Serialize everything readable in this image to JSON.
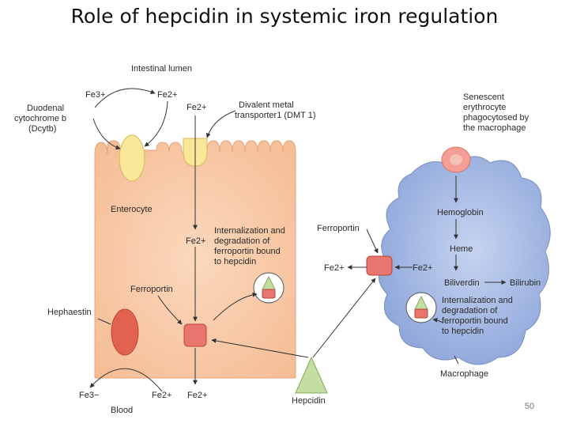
{
  "slide": {
    "title": "Role of hepcidin in systemic iron regulation",
    "page_number": "50"
  },
  "labels": {
    "intestinal_lumen": "Intestinal lumen",
    "fe3_top": "Fe3+",
    "fe2_top": "Fe2+",
    "fe2_dmt": "Fe2+",
    "dcytb": [
      "Duodenal",
      "cytochrome b",
      "(Dcytb)"
    ],
    "dmt1": [
      "Divalent metal",
      "transporter1 (DMT 1)"
    ],
    "enterocyte": "Enterocyte",
    "fe2_mid": "Fe2+",
    "internalization_enterocyte": [
      "Internalization and",
      "degradation of",
      "ferroportin bound",
      "to hepcidin"
    ],
    "ferroportin_enterocyte": "Ferroportin",
    "hephaestin": "Hephaestin",
    "fe3_bottom": "Fe3−",
    "fe2_bottom_left": "Fe2+",
    "fe2_bottom_right": "Fe2+",
    "blood": "Blood",
    "senescent": [
      "Senescent",
      "erythrocyte",
      "phagocytosed by",
      "the macrophage"
    ],
    "hemoglobin": "Hemoglobin",
    "heme": "Heme",
    "ferroportin_macrophage": "Ferroportin",
    "fe2_fpn_left": "Fe2+",
    "fe2_fpn_right": "Fe2+",
    "biliverdin": "Biliverdin",
    "bilirubin": "Bilirubin",
    "internalization_macrophage": [
      "Internalization and",
      "degradation of",
      "ferroportin bound",
      "to hepcidin"
    ],
    "macrophage": "Macrophage",
    "hepcidin": "Hepcidin"
  },
  "colors": {
    "enterocyte_fill": "#f8c9a8",
    "macrophage_fill": "#9db3df",
    "ferroportin_fill": "#e8766e",
    "hepcidin_fill": "#c3dea0",
    "dcytb_fill": "#fbe79a",
    "hephaestin_fill": "#e2614f"
  }
}
